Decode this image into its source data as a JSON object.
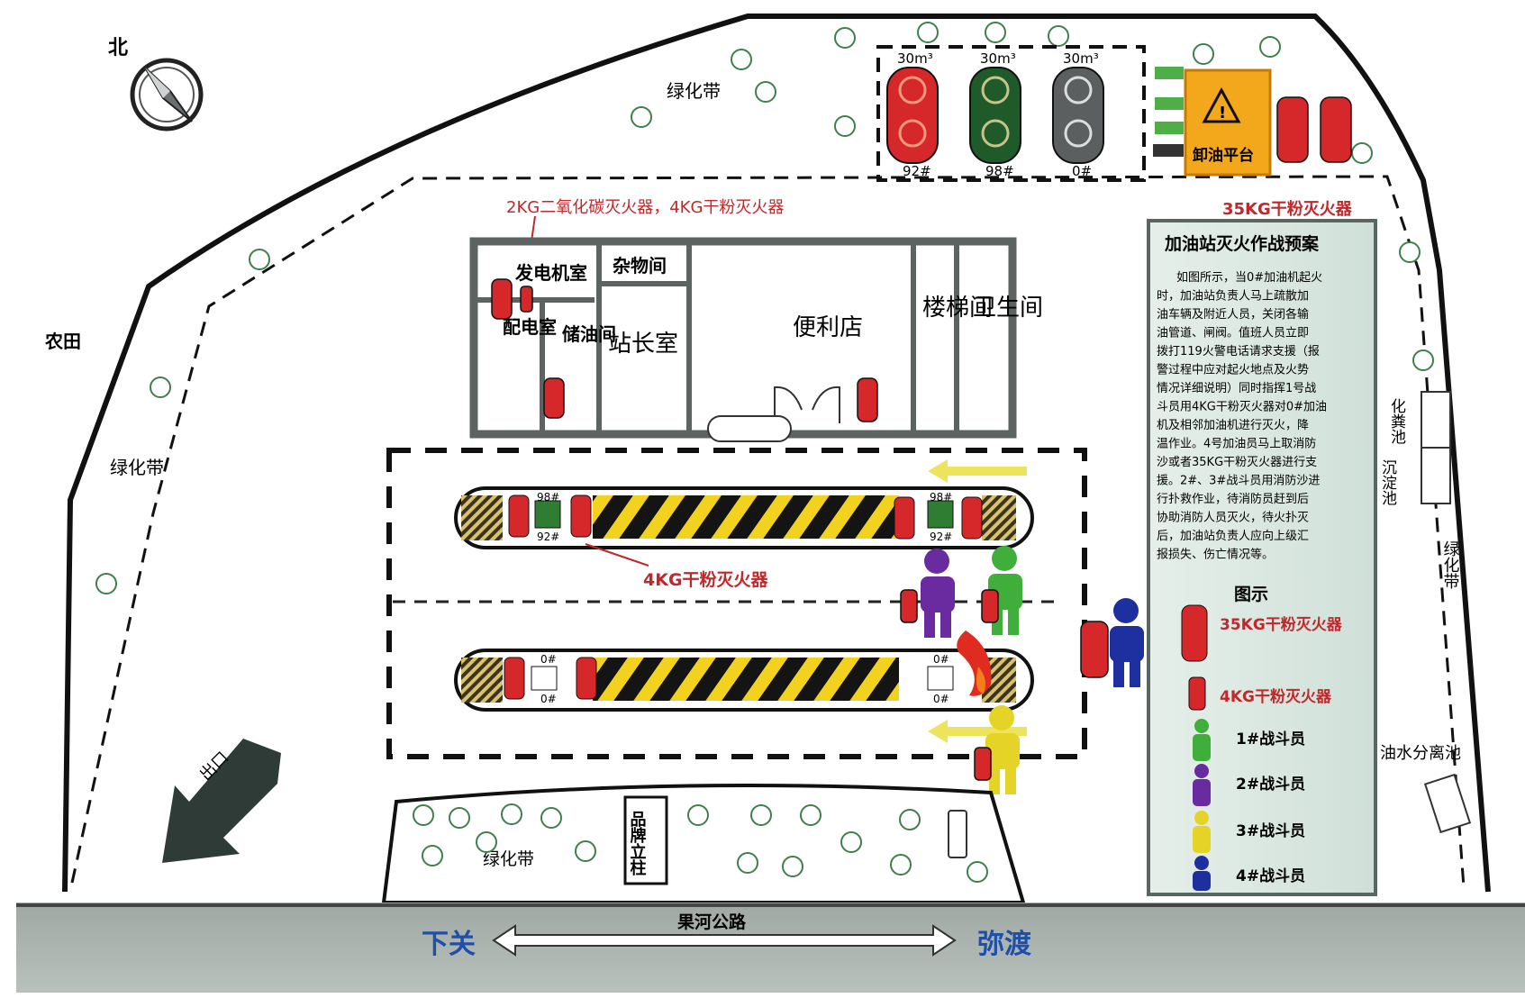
{
  "compass": {
    "north": "北"
  },
  "areas": {
    "greenbelt_top": "绿化带",
    "greenbelt_left": "绿化带",
    "greenbelt_right": "绿化带",
    "greenbelt_bottom": "绿化带",
    "farmland": "农田",
    "septic": "化粪池",
    "sediment": "沉淀池",
    "separator": "油水分离池",
    "exit": "出口",
    "brand_pillar": "品牌立柱"
  },
  "tanks": [
    {
      "capacity": "30m³",
      "grade": "92#",
      "color": "#d6282b"
    },
    {
      "capacity": "30m³",
      "grade": "98#",
      "color": "#1f5a2a"
    },
    {
      "capacity": "30m³",
      "grade": "0#",
      "color": "#5b5f60"
    }
  ],
  "unload": {
    "label": "卸油平台",
    "extinguisher_note": "35KG干粉灭火器"
  },
  "building": {
    "note": "2KG二氧化碳灭火器，4KG干粉灭火器",
    "generator": "发电机室",
    "storage": "杂物间",
    "distribution": "配电室",
    "oil_storage": "储油间",
    "manager": "站长室",
    "store": "便利店",
    "stairs": "楼梯间",
    "toilet": "卫生间"
  },
  "islands": {
    "top_labels": [
      "98#",
      "92#",
      "98#",
      "92#"
    ],
    "bottom_labels": [
      "0#",
      "0#",
      "0#",
      "0#"
    ],
    "extinguisher_note": "4KG干粉灭火器"
  },
  "road": {
    "name": "果河公路",
    "left": "下关",
    "right": "弥渡"
  },
  "plan": {
    "title": "加油站灭火作战预案",
    "lines": [
      "如图所示，当0#加油机起火",
      "时，加油站负责人马上疏散加",
      "油车辆及附近人员，关闭各输",
      "油管道、闸阀。值班人员立即",
      "拨打119火警电话请求支援（报",
      "警过程中应对起火地点及火势",
      "情况详细说明）同时指挥1号战",
      "斗员用4KG干粉灭火器对0#加油",
      "机及相邻加油机进行灭火，降",
      "温作业。4号加油员马上取消防",
      "沙或者35KG干粉灭火器进行支",
      "援。2#、3#战斗员用消防沙进",
      "行扑救作业，待消防员赶到后",
      "协助消防人员灭火，待火扑灭",
      "后，加油站负责人应向上级汇",
      "报损失、伤亡情况等。"
    ],
    "legend_title": "图示",
    "legend": [
      {
        "label": "35KG干粉灭火器",
        "color": "#d6282b"
      },
      {
        "label": "4KG干粉灭火器",
        "color": "#d6282b"
      },
      {
        "label": "1#战斗员",
        "color": "#3fae3a"
      },
      {
        "label": "2#战斗员",
        "color": "#6a2aa0"
      },
      {
        "label": "3#战斗员",
        "color": "#e6d327"
      },
      {
        "label": "4#战斗员",
        "color": "#1e2fa0"
      }
    ]
  }
}
